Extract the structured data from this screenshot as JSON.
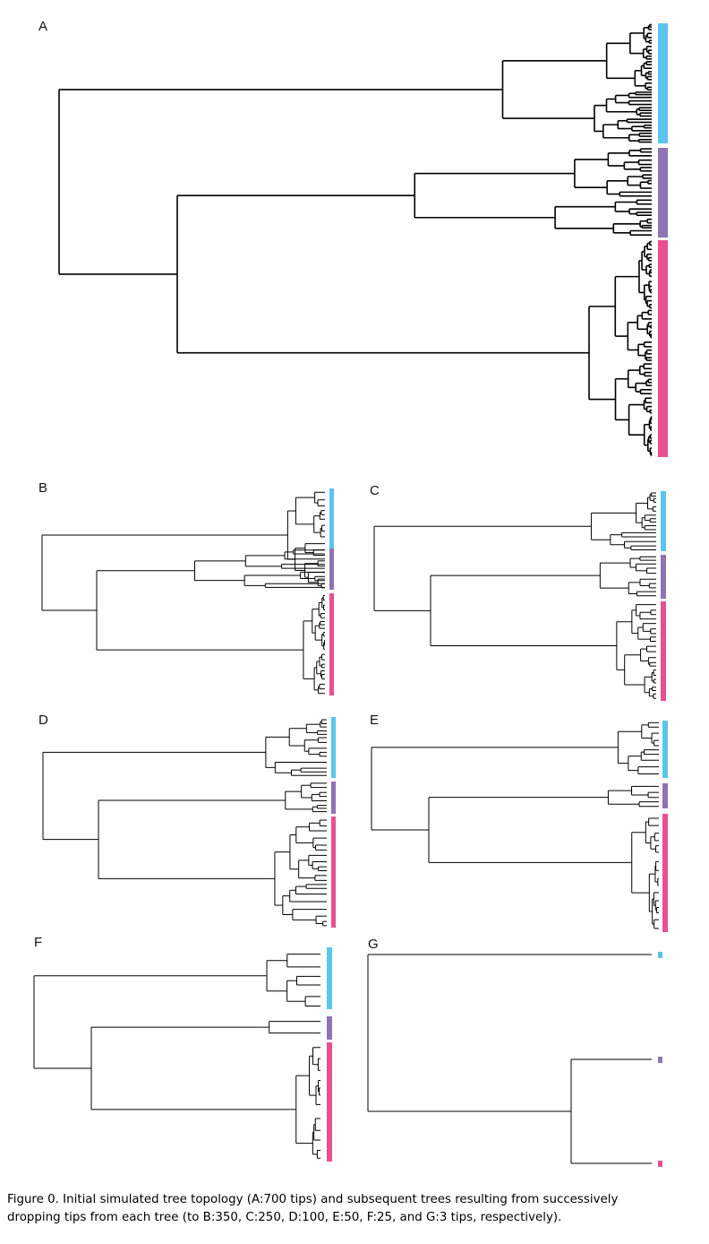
{
  "figure": {
    "colors": {
      "clade_1": "#5bc4ec",
      "clade_2": "#8f74b4",
      "clade_3": "#e8508f",
      "branch": "#000000"
    },
    "panels": [
      {
        "label": "A",
        "tips": 700
      },
      {
        "label": "B",
        "tips": 350
      },
      {
        "label": "C",
        "tips": 250
      },
      {
        "label": "D",
        "tips": 100
      },
      {
        "label": "E",
        "tips": 50
      },
      {
        "label": "F",
        "tips": 25
      },
      {
        "label": "G",
        "tips": 3
      }
    ],
    "caption_line1": "Figure 0. Initial simulated tree topology (A:700 tips) and subsequent trees resulting from successively",
    "caption_line2": "dropping tips from each tree (to B:350, C:250, D:100, E:50, F:25, and G:3 tips, respectively)."
  }
}
